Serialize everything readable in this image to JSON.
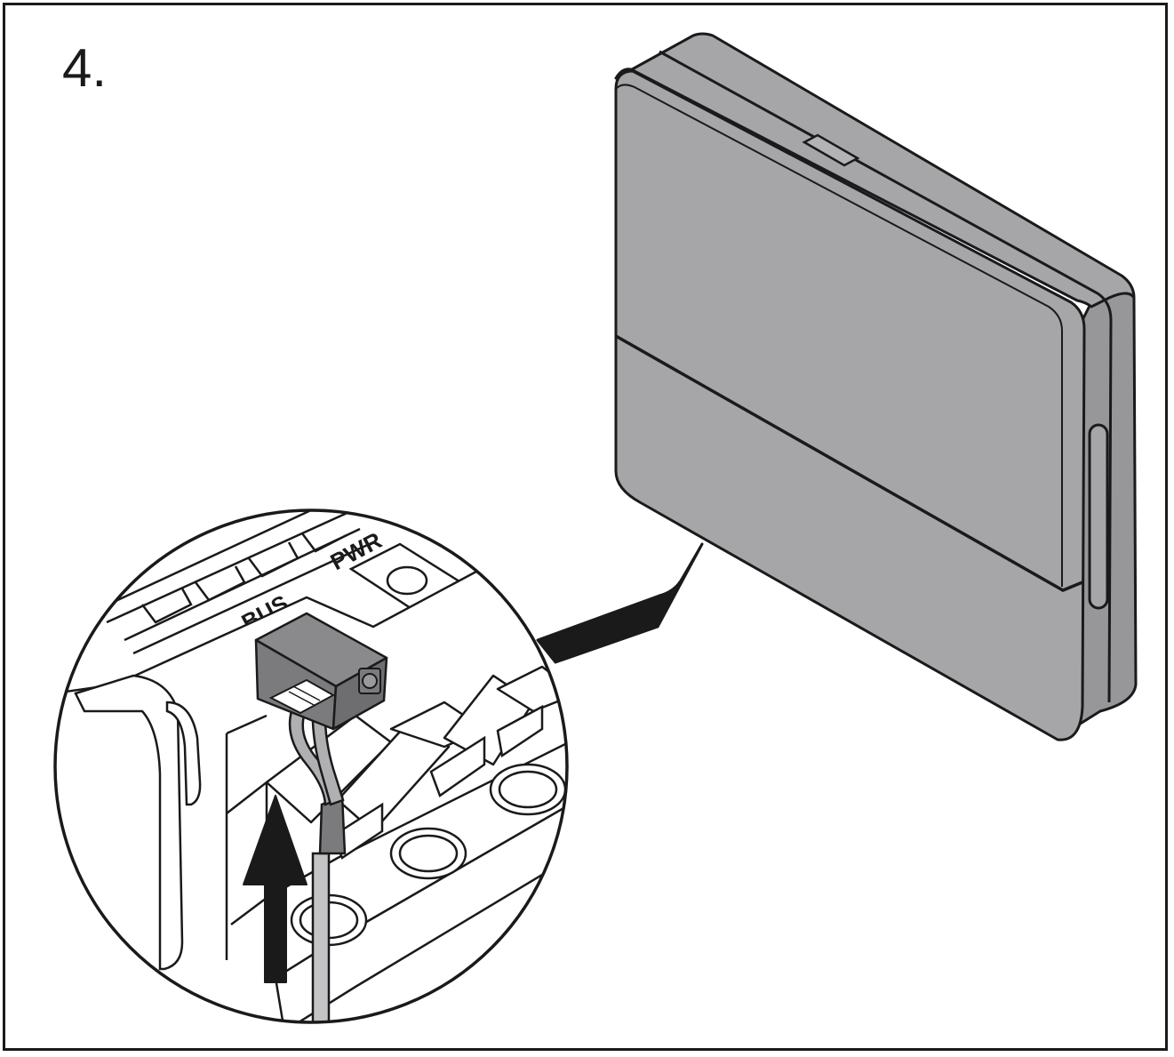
{
  "step": {
    "number": "4."
  },
  "labels": {
    "bus": "BUS",
    "pwr": "PWR"
  },
  "colors": {
    "device_fill": "#a6a6a9",
    "device_side": "#97979a",
    "connector_fill": "#7b7b7e",
    "cable_fill": "#c4c4c6",
    "outline": "#1a1a1a",
    "arrow": "#1a1a1a"
  },
  "icons": {
    "arrow": "arrow-up-icon",
    "callout": "callout-pointer-icon"
  }
}
